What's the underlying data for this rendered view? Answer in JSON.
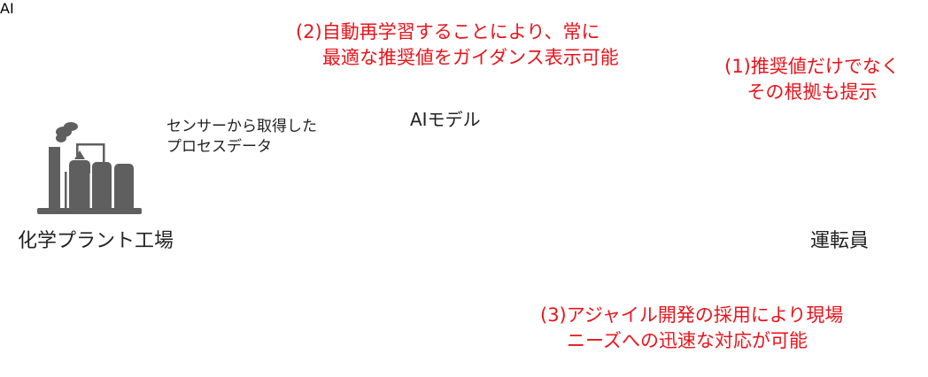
{
  "colors": {
    "line": "#1c3560",
    "callout_text": "#e8141b",
    "icon_gray": "#5f5f5f",
    "chip_blue": "#2a6fd6",
    "chip_light": "#3fa8e8"
  },
  "nodes": {
    "plant": {
      "label": "化学プラント工場",
      "icon": "factory-icon"
    },
    "ai_model": {
      "label": "AIモデル",
      "chip_text": "AI",
      "icon": "ai-chip-icon"
    },
    "operator": {
      "label": "運転員",
      "icon": "control-room-operators-icon"
    }
  },
  "edges": {
    "plant_to_ai": {
      "label_line1": "センサーから取得した",
      "label_line2": "プロセスデータ"
    },
    "ai_to_operator": {
      "label": ""
    },
    "operator_to_ai": {
      "label": ""
    }
  },
  "callouts": [
    {
      "id": "1",
      "line1": "(1)推奨値だけでなく",
      "line2": "その根拠も提示"
    },
    {
      "id": "2",
      "line1": "(2)自動再学習することにより、常に",
      "line2": "最適な推奨値をガイダンス表示可能"
    },
    {
      "id": "3",
      "line1": "(3)アジャイル開発の採用により現場",
      "line2": "ニーズへの迅速な対応が可能"
    }
  ]
}
